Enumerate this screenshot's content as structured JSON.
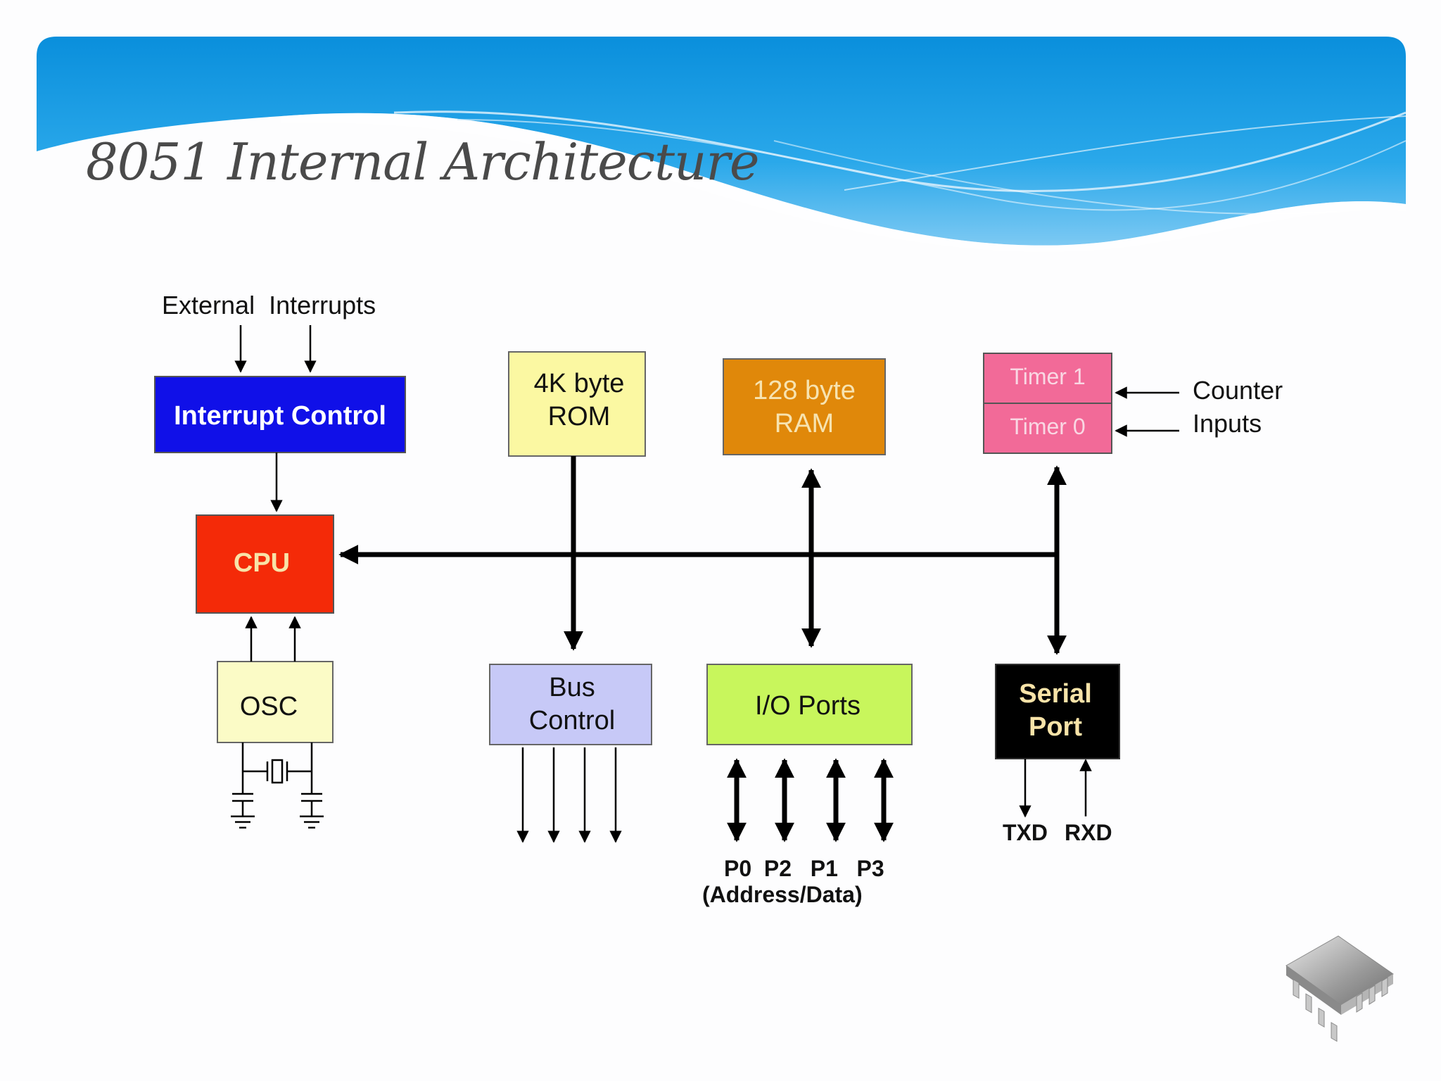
{
  "slide": {
    "title": "8051 Internal Architecture"
  },
  "diagram": {
    "external_interrupts_label": "External  Interrupts",
    "interrupt_control": "Interrupt Control",
    "cpu": "CPU",
    "osc": "OSC",
    "rom": {
      "line1": "4K byte",
      "line2": "ROM"
    },
    "ram": {
      "line1": "128 byte",
      "line2": "RAM"
    },
    "timer1": "Timer 1",
    "timer0": "Timer 0",
    "counter_inputs": {
      "line1": "Counter",
      "line2": "Inputs"
    },
    "bus_control": {
      "line1": "Bus",
      "line2": "Control"
    },
    "io_ports": "I/O Ports",
    "serial_port": {
      "line1": "Serial",
      "line2": "Port"
    },
    "ports_label": "P0  P2   P1   P3",
    "address_data_label": "(Address/Data)",
    "txd": "TXD",
    "rxd": "RXD"
  },
  "colors": {
    "header_blue": "#1a9ce0",
    "interrupt_control": "#1010e8",
    "cpu": "#f42a08",
    "osc": "#fbfbc6",
    "rom": "#fbf8a2",
    "ram": "#e0880a",
    "timer": "#f26a98",
    "bus_control": "#c7c9f7",
    "io_ports": "#c8f65c",
    "serial_port": "#000000"
  },
  "icons": {
    "corner_decoration": "ic-chip-icon"
  }
}
